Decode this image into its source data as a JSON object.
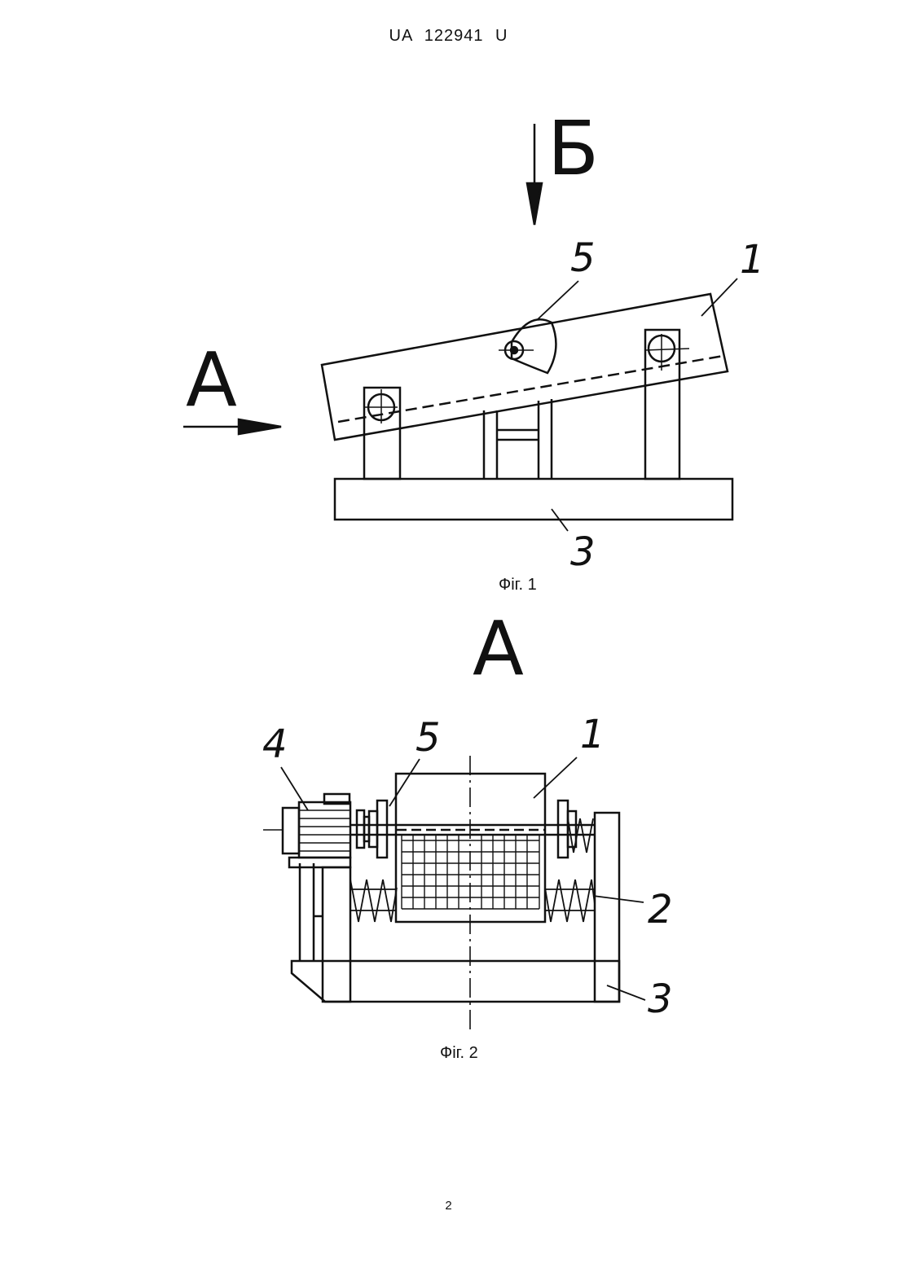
{
  "header": {
    "patent_number": "UA   122941   U"
  },
  "figure1": {
    "caption": "Фіг. 1",
    "view_arrow_a": "A",
    "view_arrow_b": "Б",
    "callouts": [
      "1",
      "3",
      "5"
    ]
  },
  "figure2": {
    "view_title": "A",
    "caption": "Фіг. 2",
    "callouts": [
      "1",
      "2",
      "3",
      "4",
      "5"
    ]
  },
  "footer": {
    "page_number": "2"
  }
}
